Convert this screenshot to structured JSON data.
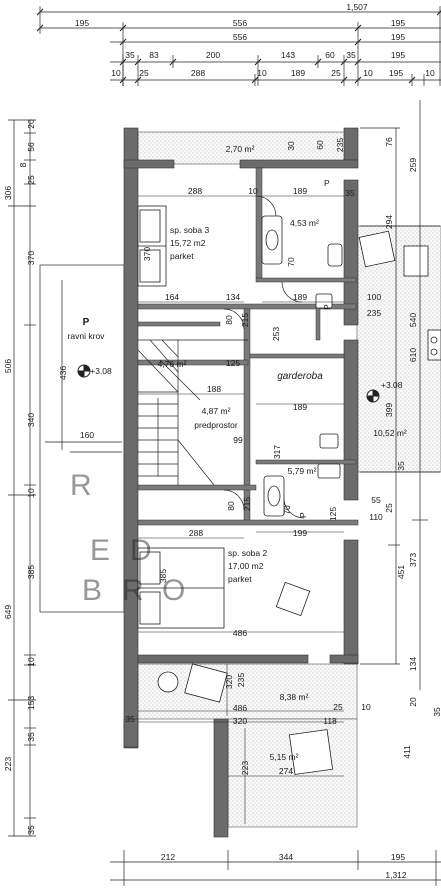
{
  "top_dimensions": {
    "row1": [
      "1,507"
    ],
    "row2": [
      "195",
      "556",
      "195"
    ],
    "row3": [
      "556",
      "195"
    ],
    "row4": [
      "35",
      "83",
      "200",
      "143",
      "60",
      "35",
      "195"
    ],
    "row5": [
      "10",
      "25",
      "288",
      "10",
      "189",
      "25",
      "10",
      "195",
      "10"
    ]
  },
  "bottom_dimensions": {
    "row1": [
      "212",
      "344",
      "195"
    ],
    "row2": [
      "1,312"
    ]
  },
  "left_dimensions": {
    "col_a": [
      "306",
      "506",
      "649",
      "223"
    ],
    "col_b": [
      "20",
      "56",
      "8",
      "25",
      "370",
      "340",
      "10",
      "385",
      "10",
      "153",
      "35",
      "35"
    ],
    "roof_dims": [
      "436",
      "160"
    ]
  },
  "right_dimensions": {
    "col_a": [
      "76",
      "259",
      "294",
      "540",
      "610",
      "399",
      "35",
      "451",
      "373",
      "134",
      "20",
      "411"
    ],
    "col_b": [
      "235",
      "60",
      "35",
      "55",
      "110",
      "25",
      "30",
      "10",
      "35"
    ]
  },
  "rooms": {
    "terrace_top": {
      "area": "2,70 m²"
    },
    "bedroom3": {
      "name": "sp. soba 3",
      "area": "15,72 m2",
      "floor": "parket"
    },
    "bathroom_top": {
      "area": "4,53 m²"
    },
    "hall": {
      "area": "4,87 m²",
      "name": "predprostor"
    },
    "stairs": {
      "area": "4,76 m²"
    },
    "wardrobe": {
      "name": "garderoba"
    },
    "bathroom2": {
      "area": "5,79 m²"
    },
    "bedroom2": {
      "name": "sp. soba 2",
      "area": "17,00 m2",
      "floor": "parket"
    },
    "terrace_bottom": {
      "area": "8,38 m²"
    },
    "terrace_lower": {
      "area": "5,15 m²"
    },
    "terrace_right": {
      "area": "10,52 m²"
    }
  },
  "roof": {
    "label": "P",
    "name": "ravni krov",
    "level": "+3.08"
  },
  "levels": {
    "right": "+3.08"
  },
  "inner_dimensions": [
    "288",
    "189",
    "164",
    "134",
    "189",
    "188",
    "125",
    "189",
    "99",
    "288",
    "199",
    "486",
    "486",
    "320",
    "118",
    "274",
    "253",
    "317",
    "370",
    "385",
    "235",
    "215",
    "215",
    "80",
    "80",
    "70",
    "70",
    "100",
    "235",
    "55",
    "125",
    "320",
    "223",
    "25",
    "35",
    "10"
  ],
  "door_labels": [
    "P",
    "P",
    "P"
  ],
  "watermark": [
    "R",
    "E",
    "D",
    "B",
    "R",
    "O"
  ]
}
